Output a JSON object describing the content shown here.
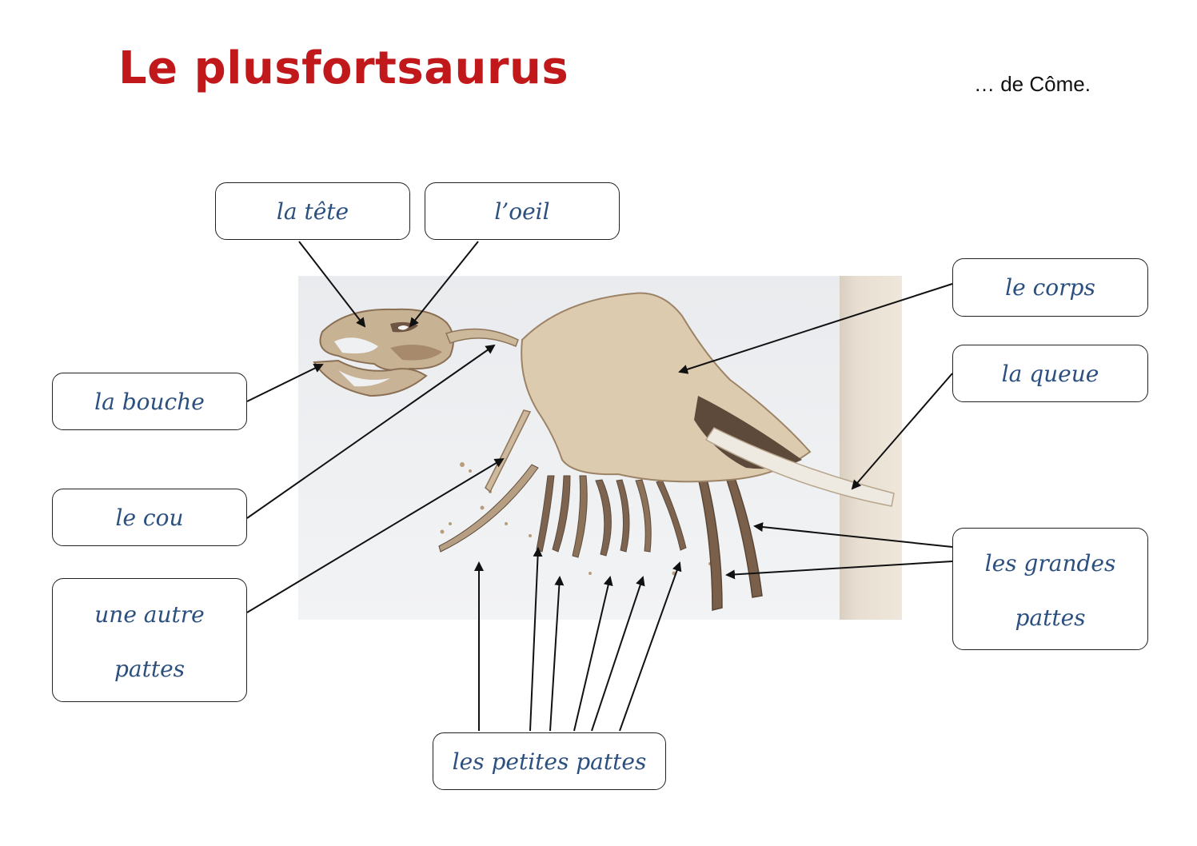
{
  "title": "Le plusfortsaurus",
  "author": "… de Côme.",
  "colors": {
    "title": "#c0181b",
    "label_text": "#2b4f7e",
    "arrow": "#111111",
    "bone": "#dccbb0",
    "dark_bone": "#7d6450"
  },
  "labels": {
    "tete": "la tête",
    "oeil": "l’oeil",
    "bouche": "la bouche",
    "cou": "le cou",
    "autre_pattes_1": "une autre",
    "autre_pattes_2": "pattes",
    "corps": "le corps",
    "queue": "la queue",
    "grandes_pattes_1": "les grandes",
    "grandes_pattes_2": "pattes",
    "petites_pattes": "les petites pattes"
  }
}
